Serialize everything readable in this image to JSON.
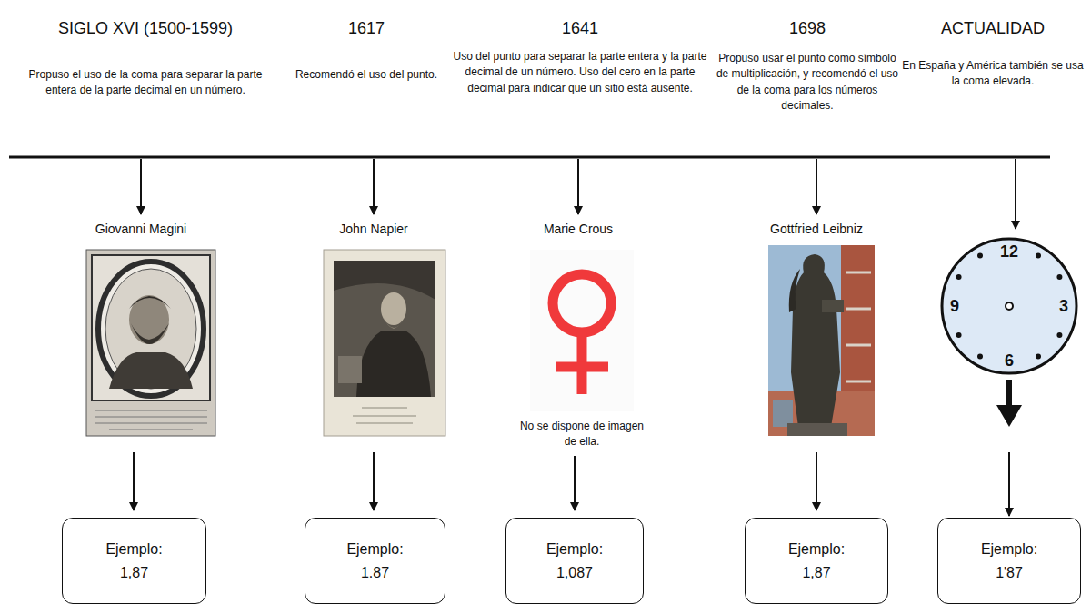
{
  "diagram": {
    "nodes": [
      {
        "text": [
          "12",
          "9",
          "3",
          "6"
        ]
      },
      {
        "text": [
          "Ejemplo:",
          "1,87"
        ]
      },
      {
        "text": [
          "Ejemplo:",
          "1.87"
        ]
      },
      {
        "text": [
          "Ejemplo:",
          "1,087"
        ]
      },
      {
        "text": [
          "Ejemplo:",
          "1,87"
        ]
      },
      {
        "text": [
          "Ejemplo:",
          "1'87"
        ]
      }
    ],
    "edges": [
      {
        "from": 0,
        "to": 5,
        "arrow": "to"
      }
    ],
    "labels": [
      "SIGLO XVI (1500-1599)",
      "1617",
      "1641",
      "1698",
      "ACTUALIDAD",
      "Propuso el uso de la coma para separar la parte entera de la parte decimal en un número.",
      "Recomendó el uso del punto.",
      "Uso del punto para separar la parte entera y la parte decimal de un número. Uso del cero en la parte decimal para indicar que un sitio está ausente.",
      "Propuso usar el punto como símbolo de multiplicación, y recomendó el uso de la coma para los números decimales.",
      "En España y América también se usa la coma elevada.",
      "Giovanni Magini",
      "John Napier",
      "Marie Crous",
      "Gottfried Leibniz",
      "No se dispone de imagen de ella."
    ]
  }
}
